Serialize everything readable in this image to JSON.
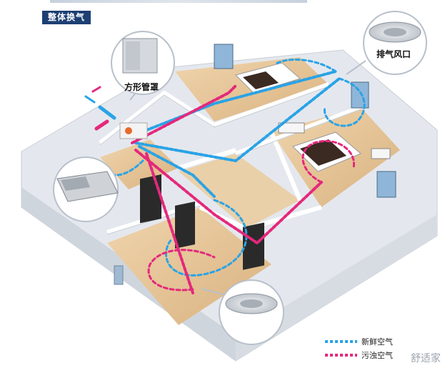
{
  "title": "整体换气",
  "labels": {
    "hood": "方形管罩",
    "exhaust": "排气风口"
  },
  "legend": {
    "fresh": "新鲜空气",
    "dirty": "污浊空气"
  },
  "watermark": "舒适家",
  "colors": {
    "fresh_air": "#2aa3e6",
    "dirty_air": "#e4287c",
    "badge": "#1d3f73",
    "floor": "#e8c9a0",
    "wall": "#f2f4f7"
  }
}
